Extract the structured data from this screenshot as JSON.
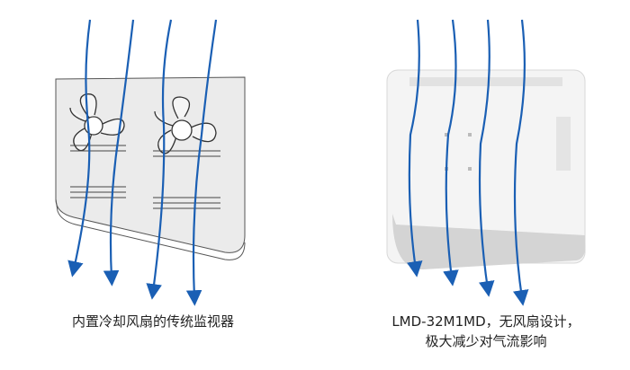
{
  "left_caption": "内置冷却风扇的传统监视器",
  "right_caption_line1": "LMD-32M1MD，无风扇设计，",
  "right_caption_line2": "极大减少对气流影响",
  "colors": {
    "arrow": "#1a5fb4",
    "panel": "#ebebeb",
    "outline": "#555555"
  }
}
